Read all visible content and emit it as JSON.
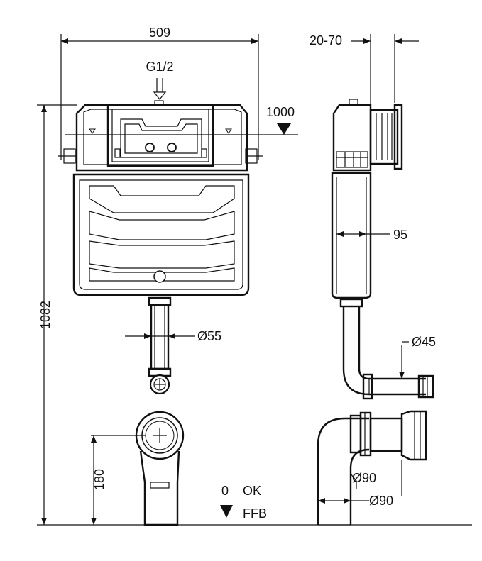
{
  "dimensions": {
    "width_top": "509",
    "depth_range": "20-70",
    "inlet_thread": "G1/2",
    "height_mark": "1000",
    "total_height": "1082",
    "side_depth": "95",
    "pipe_dia_front": "Ø55",
    "pipe_dia_side": "Ø45",
    "outlet_height": "180",
    "elbow_dia_1": "Ø90",
    "elbow_dia_2": "Ø90",
    "floor_zero": "0",
    "floor_ok": "OK",
    "floor_ffb": "FFB"
  },
  "colors": {
    "line": "#111111",
    "background": "#ffffff"
  }
}
